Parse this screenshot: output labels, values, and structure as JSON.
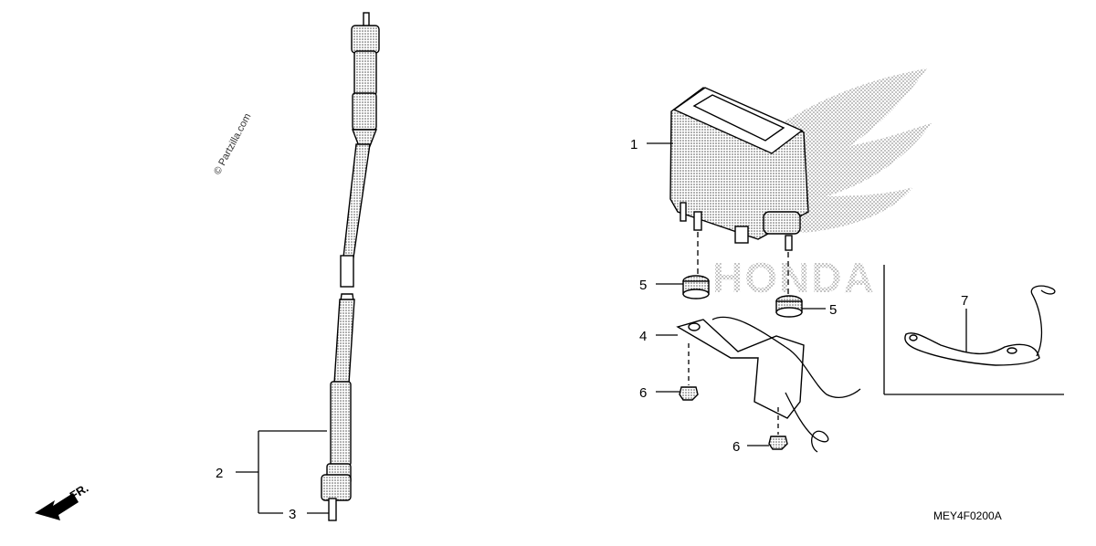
{
  "watermark": "© Partzilla.com",
  "diagram_code": "MEY4F0200A",
  "front_indicator": "FR.",
  "brand_logo_text": "HONDA",
  "callouts": {
    "c1": "1",
    "c2": "2",
    "c3": "3",
    "c4": "4",
    "c5a": "5",
    "c5b": "5",
    "c6a": "6",
    "c6b": "6",
    "c7": "7"
  }
}
